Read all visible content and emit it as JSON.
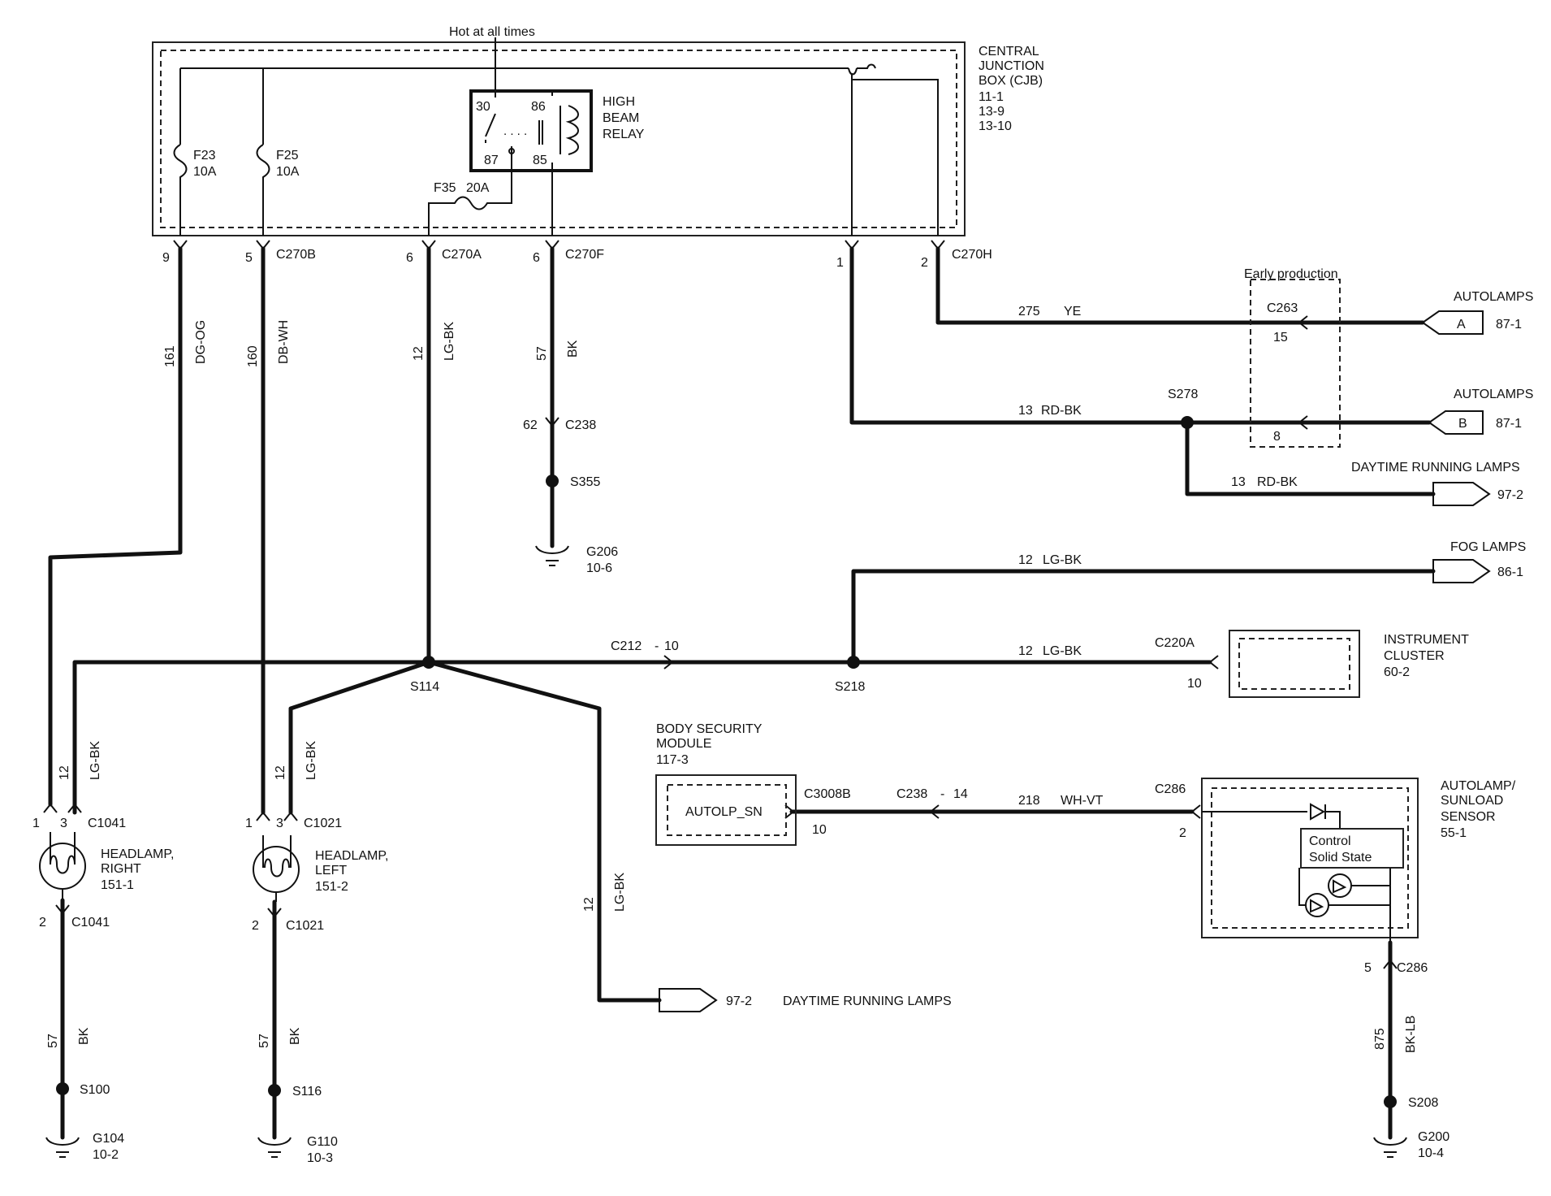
{
  "cjb": {
    "hot": "Hot at all times",
    "line1": "CENTRAL",
    "line2": "JUNCTION",
    "line3": "BOX (CJB)",
    "ref1": "11-1",
    "ref2": "13-9",
    "ref3": "13-10",
    "f23_name": "F23",
    "f23_amp": "10A",
    "f25_name": "F25",
    "f25_amp": "10A",
    "f35": "F35",
    "f35_amp": "20A",
    "relay_l1": "HIGH",
    "relay_l2": "BEAM",
    "relay_l3": "RELAY",
    "pin30": "30",
    "pin86": "86",
    "pin87": "87",
    "pin85": "85"
  },
  "connectors": {
    "p9": "9",
    "p5": "5",
    "c270b": "C270B",
    "p6a": "6",
    "c270a": "C270A",
    "p6f": "6",
    "c270f": "C270F",
    "p1": "1",
    "p2h": "2",
    "c270h": "C270H",
    "p62": "62",
    "c238": "C238",
    "c263": "C263",
    "p15": "15",
    "p8": "8",
    "early": "Early production",
    "c212": "C212",
    "p10a": "10",
    "c220a": "C220A",
    "p10b": "10",
    "c3008b": "C3008B",
    "p10c": "10",
    "c238b": "C238",
    "p14": "14",
    "c286": "C286",
    "p2s": "2",
    "p5s": "5",
    "c286b": "C286"
  },
  "wires": {
    "w161": "161",
    "dgog": "DG-OG",
    "w160": "160",
    "dbwh": "DB-WH",
    "w12a": "12",
    "lgbk_a": "LG-BK",
    "w57a": "57",
    "bk_a": "BK",
    "w275": "275",
    "ye": "YE",
    "w13a": "13",
    "rdbk_a": "RD-BK",
    "w13b": "13",
    "rdbk_b": "RD-BK",
    "w12b": "12",
    "lgbk_b": "LG-BK",
    "w12c": "12",
    "lgbk_c": "LG-BK",
    "w12d": "12",
    "lgbk_d": "LG-BK",
    "w12e": "12",
    "lgbk_e": "LG-BK",
    "w12f": "12",
    "lgbk_f": "LG-BK",
    "w218": "218",
    "whvt": "WH-VT",
    "w57b": "57",
    "bk_b": "BK",
    "w57c": "57",
    "bk_c": "BK",
    "w875": "875",
    "bklb": "BK-LB"
  },
  "splices": {
    "s355": "S355",
    "s278": "S278",
    "s114": "S114",
    "s218": "S218",
    "s100": "S100",
    "s116": "S116",
    "s208": "S208"
  },
  "grounds": {
    "g206": "G206",
    "g206r": "10-6",
    "g104": "G104",
    "g104r": "10-2",
    "g110": "G110",
    "g110r": "10-3",
    "g200": "G200",
    "g200r": "10-4"
  },
  "refs": {
    "autolamps1": "AUTOLAMPS",
    "a": "A",
    "ref871": "87-1",
    "autolamps2": "AUTOLAMPS",
    "b": "B",
    "ref872": "87-1",
    "drl1": "DAYTIME RUNNING LAMPS",
    "ref972": "97-2",
    "fog": "FOG LAMPS",
    "ref861": "86-1",
    "drl2": "DAYTIME RUNNING LAMPS",
    "ref972b": "97-2"
  },
  "components": {
    "cluster1": "INSTRUMENT",
    "cluster2": "CLUSTER",
    "cluster_ref": "60-2",
    "bsm1": "BODY  SECURITY",
    "bsm2": "MODULE",
    "bsm_ref": "117-3",
    "autolp": "AUTOLP_SN",
    "sensor1": "AUTOLAMP/",
    "sensor2": "SUNLOAD",
    "sensor3": "SENSOR",
    "sensor_ref": "55-1",
    "control1": "Control",
    "control2": "Solid State",
    "hlr_pin1": "1",
    "hlr_pin3": "3",
    "hlr_c": "C1041",
    "hlr1": "HEADLAMP,",
    "hlr2": "RIGHT",
    "hlr_ref": "151-1",
    "hlr_pin2": "2",
    "hlr_c2": "C1041",
    "hll_pin1": "1",
    "hll_pin3": "3",
    "hll_c": "C1021",
    "hll1": "HEADLAMP,",
    "hll2": "LEFT",
    "hll_ref": "151-2",
    "hll_pin2": "2",
    "hll_c2": "C1021"
  }
}
